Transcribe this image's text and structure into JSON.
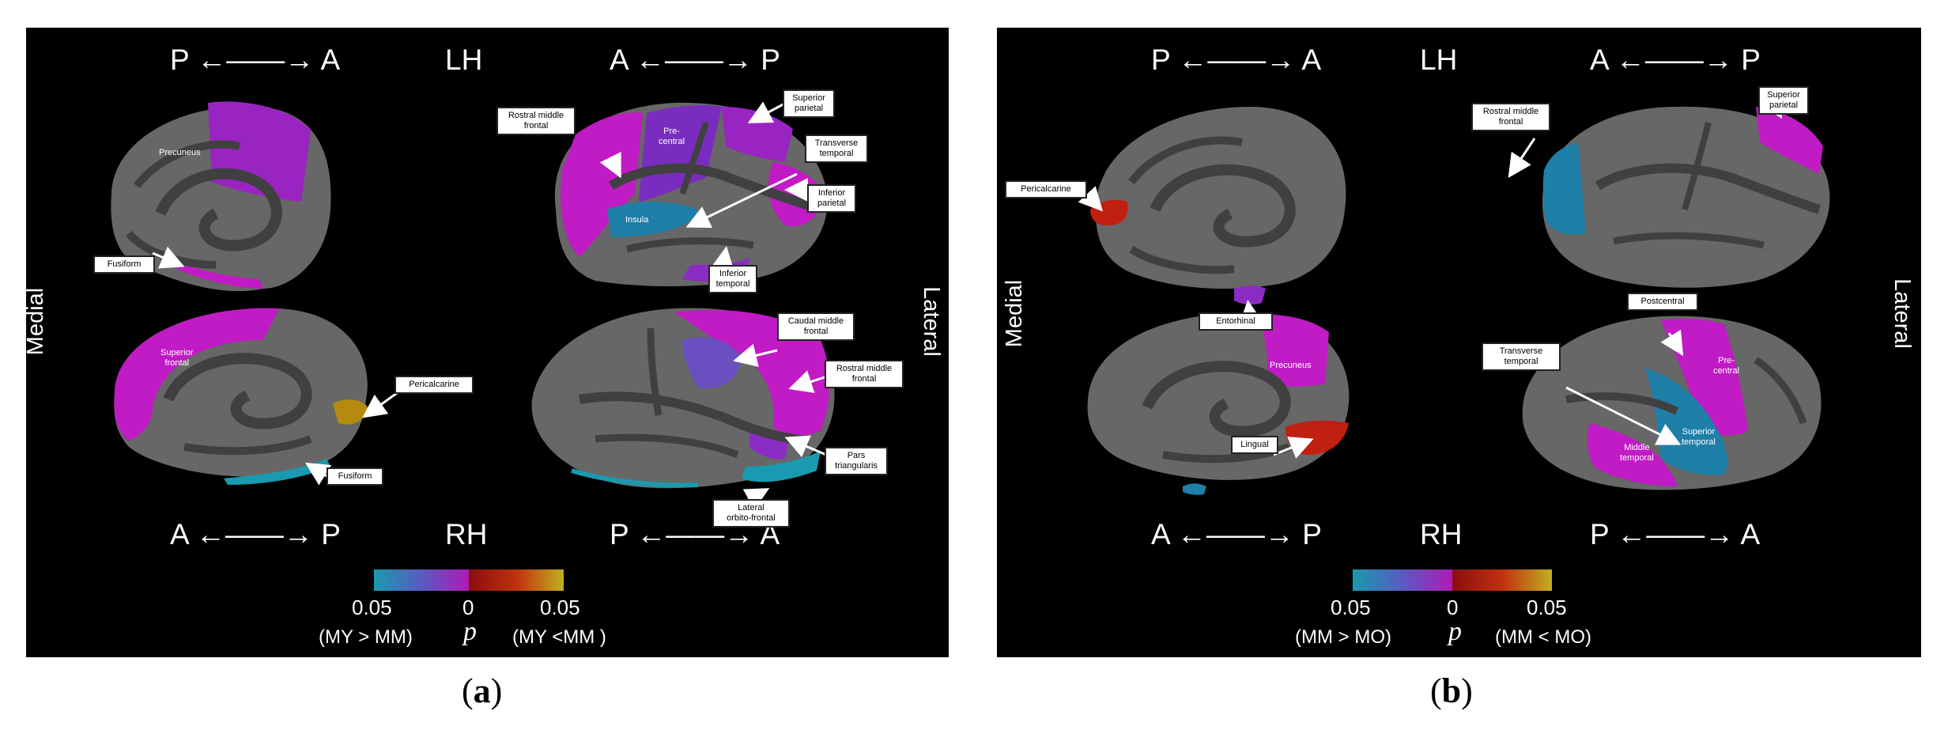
{
  "colors": {
    "cortex": "#676767",
    "sulcus": "#404040",
    "magenta": "#c81bc4",
    "purple": "#8a2cc4",
    "violet": "#6a4fc0",
    "blue": "#1e7fa8",
    "teal": "#1a9ab0",
    "red": "#c11f10",
    "gold": "#b58a0f"
  },
  "panels": {
    "a": {
      "caption_letter": "a",
      "dirs": {
        "top_left": "P ←——→ A",
        "top_right": "A ←——→ P",
        "bottom_left": "A ←——→ P",
        "bottom_right": "P ←——→ A"
      },
      "hemis": {
        "top": "LH",
        "bottom": "RH"
      },
      "sides": {
        "left": "Medial",
        "right": "Lateral"
      },
      "labels": {
        "fusiform_lh": "Fusiform",
        "rostral_middle_frontal_lh": "Rostral middle\nfrontal",
        "superior_parietal_lh": "Superior\nparietal",
        "transverse_temporal_lh": "Transverse\ntemporal",
        "inferior_parietal_lh": "Inferior\nparietal",
        "inferior_temporal_lh": "Inferior\ntemporal",
        "pericalcarine_rh": "Pericalcarine",
        "fusiform_rh": "Fusiform",
        "caudal_middle_frontal_rh": "Caudal middle\nfrontal",
        "rostral_middle_frontal_rh": "Rostral middle\nfrontal",
        "pars_triangularis_rh": "Pars\ntriangularis",
        "lateral_orbito_frontal_rh": "Lateral\norbito-frontal"
      },
      "inner": {
        "precuneus": "Precuneus",
        "precentral": "Pre-\ncentral",
        "insula": "Insula",
        "superior_frontal": "Superior\nfrontal"
      },
      "colorbar": {
        "ticks": [
          "0.05",
          "0",
          "0.05"
        ],
        "p": "p",
        "left_caption": "(MY > MM)",
        "right_caption": "(MY <MM )"
      }
    },
    "b": {
      "caption_letter": "b",
      "dirs": {
        "top_left": "P ←——→ A",
        "top_right": "A ←——→ P",
        "bottom_left": "A ←——→ P",
        "bottom_right": "P ←——→ A"
      },
      "hemis": {
        "top": "LH",
        "bottom": "RH"
      },
      "sides": {
        "left": "Medial",
        "right": "Lateral"
      },
      "labels": {
        "pericalcarine_lh": "Pericalcarine",
        "entorhinal_lh": "Entorhinal",
        "rostral_middle_frontal_lh": "Rostral middle\nfrontal",
        "superior_parietal_lh": "Superior\nparietal",
        "lingual_rh": "Lingual",
        "postcentral_rh": "Postcentral",
        "transverse_temporal_rh": "Transverse\ntemporal"
      },
      "inner": {
        "precuneus": "Precuneus",
        "precentral": "Pre-\ncentral",
        "middle_temporal": "Middle\ntemporal",
        "superior_temporal": "Superior\ntemporal"
      },
      "colorbar": {
        "ticks": [
          "0.05",
          "0",
          "0.05"
        ],
        "p": "p",
        "left_caption": "(MM > MO)",
        "right_caption": "(MM < MO)"
      }
    }
  }
}
